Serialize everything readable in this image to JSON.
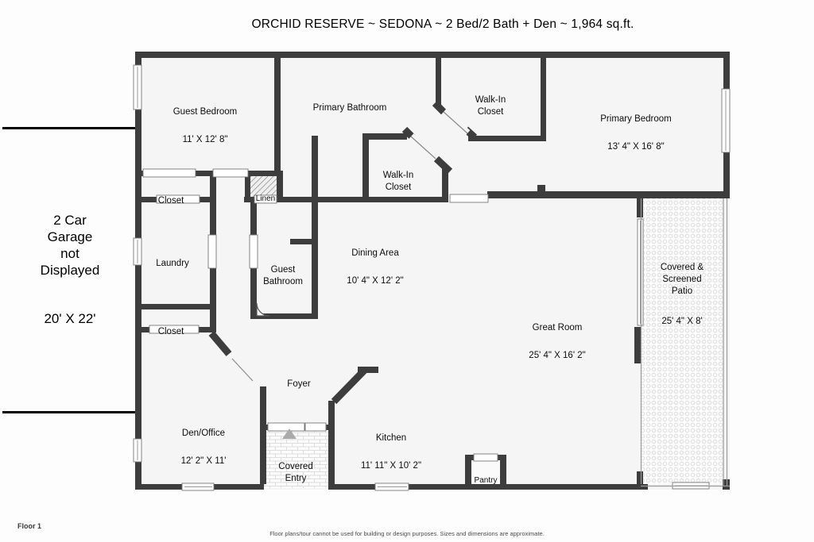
{
  "title": "ORCHID RESERVE ~ SEDONA ~ 2 Bed/2 Bath + Den ~ 1,964 sq.ft.",
  "garage_note": {
    "text": "2 Car\nGarage\nnot\nDisplayed",
    "dims": "20' X 22'"
  },
  "rooms": {
    "guest_bedroom": {
      "name": "Guest Bedroom",
      "dims": "11' X 12' 8\""
    },
    "primary_bathroom": {
      "name": "Primary Bathroom"
    },
    "walk_in_closet_primary": {
      "name": "Walk-In\nCloset"
    },
    "primary_bedroom": {
      "name": "Primary Bedroom",
      "dims": "13' 4\" X 16' 8\""
    },
    "walk_in_closet_hall": {
      "name": "Walk-In\nCloset"
    },
    "closet_guest": {
      "name": "Closet"
    },
    "linen": {
      "name": "Linen"
    },
    "laundry": {
      "name": "Laundry"
    },
    "guest_bathroom": {
      "name": "Guest\nBathroom"
    },
    "dining_area": {
      "name": "Dining Area",
      "dims": "10' 4\" X 12' 2\""
    },
    "great_room": {
      "name": "Great Room",
      "dims": "25' 4\" X 16' 2\""
    },
    "patio": {
      "name": "Covered &\nScreened\nPatio",
      "dims": "25' 4\" X 8'"
    },
    "closet_hall": {
      "name": "Closet"
    },
    "foyer": {
      "name": "Foyer"
    },
    "den_office": {
      "name": "Den/Office",
      "dims": "12' 2\" X 11'"
    },
    "covered_entry": {
      "name": "Covered\nEntry"
    },
    "kitchen": {
      "name": "Kitchen",
      "dims": "11' 11\" X 10' 2\""
    },
    "pantry": {
      "name": "Pantry"
    }
  },
  "footer": {
    "floor_label": "Floor 1",
    "disclaimer": "Floor plans/tour cannot be used for building or design purposes. Sizes and dimensions are approximate."
  },
  "colors": {
    "wall": "#3d3d3d",
    "interior": "#f5f5f5",
    "line": "#999999"
  }
}
